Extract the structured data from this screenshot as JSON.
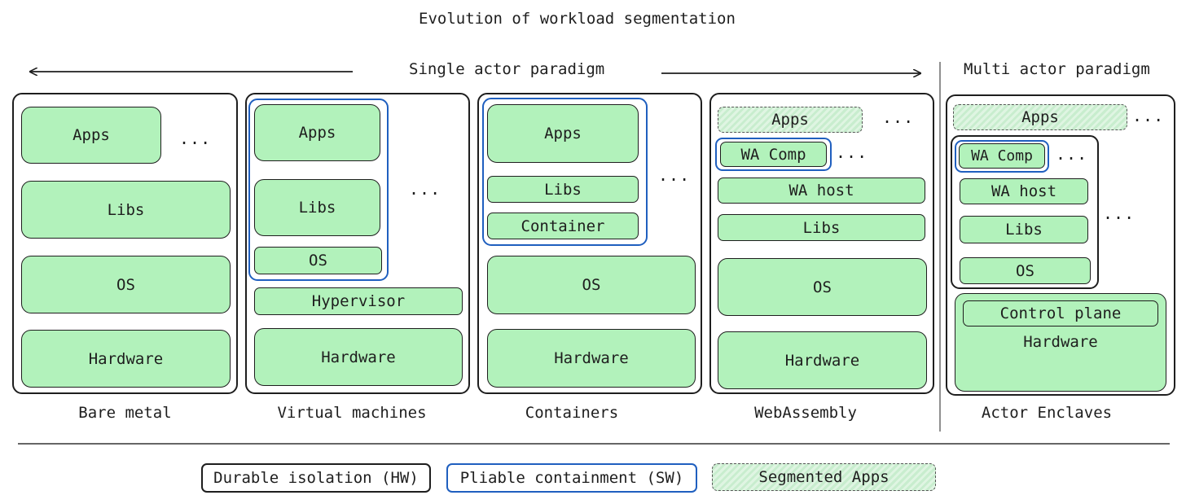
{
  "title": "Evolution of workload segmentation",
  "single_actor_label": "Single actor paradigm",
  "multi_actor_label": "Multi actor paradigm",
  "ellipsis": "...",
  "columns": {
    "bare_metal": {
      "caption": "Bare metal",
      "apps": "Apps",
      "libs": "Libs",
      "os": "OS",
      "hardware": "Hardware"
    },
    "virtual_machines": {
      "caption": "Virtual machines",
      "apps": "Apps",
      "libs": "Libs",
      "os": "OS",
      "hypervisor": "Hypervisor",
      "hardware": "Hardware"
    },
    "containers": {
      "caption": "Containers",
      "apps": "Apps",
      "libs": "Libs",
      "container": "Container",
      "os": "OS",
      "hardware": "Hardware"
    },
    "webassembly": {
      "caption": "WebAssembly",
      "apps": "Apps",
      "wa_comp": "WA Comp",
      "wa_host": "WA host",
      "libs": "Libs",
      "os": "OS",
      "hardware": "Hardware"
    },
    "actor_enclaves": {
      "caption": "Actor Enclaves",
      "apps": "Apps",
      "wa_comp": "WA Comp",
      "wa_host": "WA host",
      "libs": "Libs",
      "os": "OS",
      "control_plane": "Control plane",
      "hardware": "Hardware"
    }
  },
  "legend": {
    "durable": "Durable isolation (HW)",
    "pliable": "Pliable containment (SW)",
    "segmented": "Segmented Apps"
  },
  "colors": {
    "layer_fill": "#b2f2bb",
    "stroke": "#1e1e1e",
    "blue": "#1f5fbf"
  }
}
